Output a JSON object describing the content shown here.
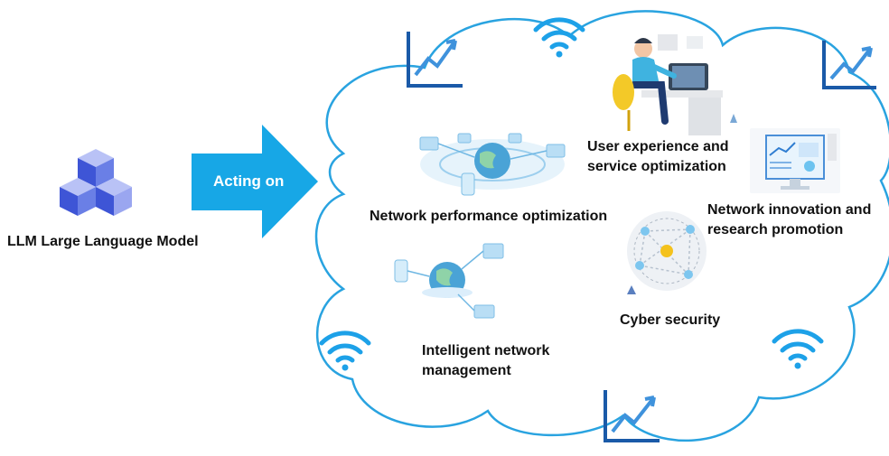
{
  "model": {
    "label": "LLM Large Language Model"
  },
  "arrow": {
    "label": "Acting on"
  },
  "areas": {
    "network_performance": "Network performance optimization",
    "user_experience_line1": "User experience and",
    "user_experience_line2": "service optimization",
    "network_innovation_line1": "Network innovation and",
    "network_innovation_line2": "research promotion",
    "cyber_security": "Cyber security",
    "intelligent_mgmt_line1": "Intelligent network",
    "intelligent_mgmt_line2": "management"
  },
  "icons": {
    "model": "cube-stack-icon",
    "arrow": "right-arrow-icon",
    "cloud": "cloud-outline",
    "wifi": "wifi-icon",
    "growth": "growth-chart-icon",
    "network_perf": "globe-network-icon",
    "user_exp": "person-at-desk-icon",
    "innovation": "monitor-dashboard-icon",
    "security": "security-globe-icon",
    "management": "globe-devices-icon"
  },
  "colors": {
    "cloud_stroke": "#29a3e0",
    "arrow_fill": "#17a7e6",
    "cube_dark": "#3e55d6",
    "cube_light": "#9aa6f0",
    "accent_chart": "#1a5aa8",
    "accent_blue": "#3f92dc",
    "text": "#111111"
  }
}
